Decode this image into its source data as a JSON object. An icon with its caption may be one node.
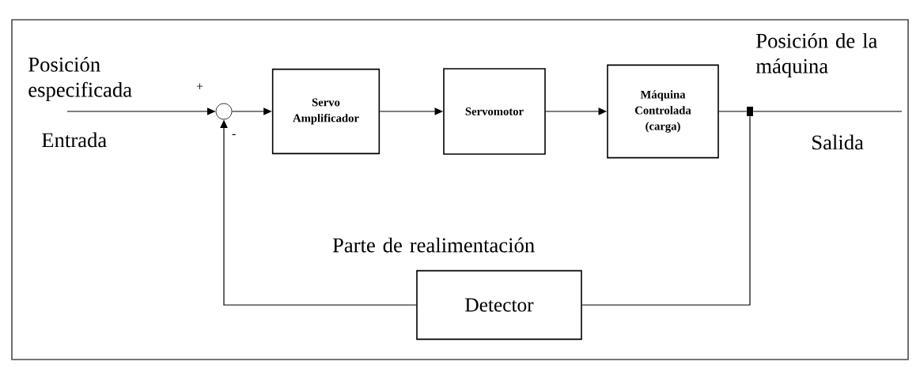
{
  "diagram": {
    "nodes": [
      {
        "text": [],
        "shape": "circle"
      },
      {
        "text": [
          "Servo Amplificador"
        ]
      },
      {
        "text": [
          "Servomotor"
        ]
      },
      {
        "text": [
          "Máquina Controlada (carga)"
        ]
      },
      {
        "text": [
          "Detector"
        ]
      },
      {
        "text": [],
        "shape": "dot"
      }
    ],
    "edges": [
      {
        "from": null,
        "to": 0,
        "arrow": "to"
      },
      {
        "from": 0,
        "to": 1,
        "arrow": "to"
      },
      {
        "from": 1,
        "to": 2,
        "arrow": "to"
      },
      {
        "from": 2,
        "to": 3,
        "arrow": "to"
      },
      {
        "from": 3,
        "to": 5,
        "arrow": "none"
      },
      {
        "from": 5,
        "to": null,
        "arrow": "none"
      },
      {
        "from": 5,
        "to": 4,
        "arrow": "none"
      },
      {
        "from": 4,
        "to": 0,
        "arrow": "to"
      }
    ],
    "labels": [
      "Posición especificada",
      "+",
      "Entrada",
      "-",
      "Posición de la máquina",
      "Salida",
      "Parte de realimentación"
    ]
  }
}
